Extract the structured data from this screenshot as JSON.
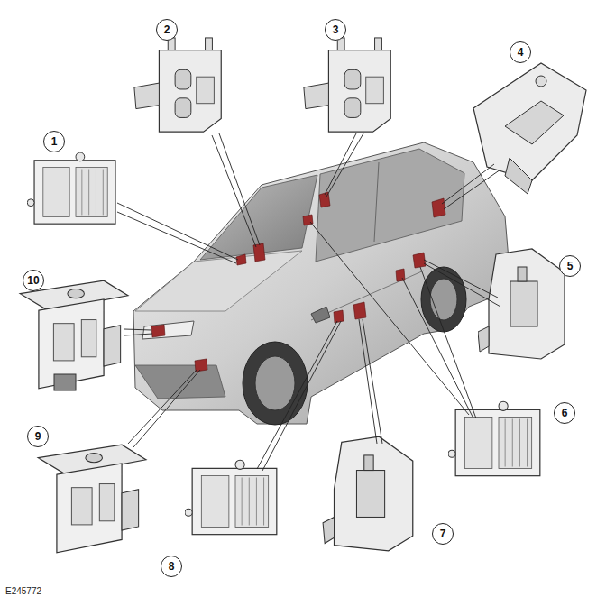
{
  "diagram": {
    "labels": [
      "1",
      "2",
      "3",
      "4",
      "5",
      "6",
      "7",
      "8",
      "9",
      "10",
      "E245772"
    ]
  }
}
